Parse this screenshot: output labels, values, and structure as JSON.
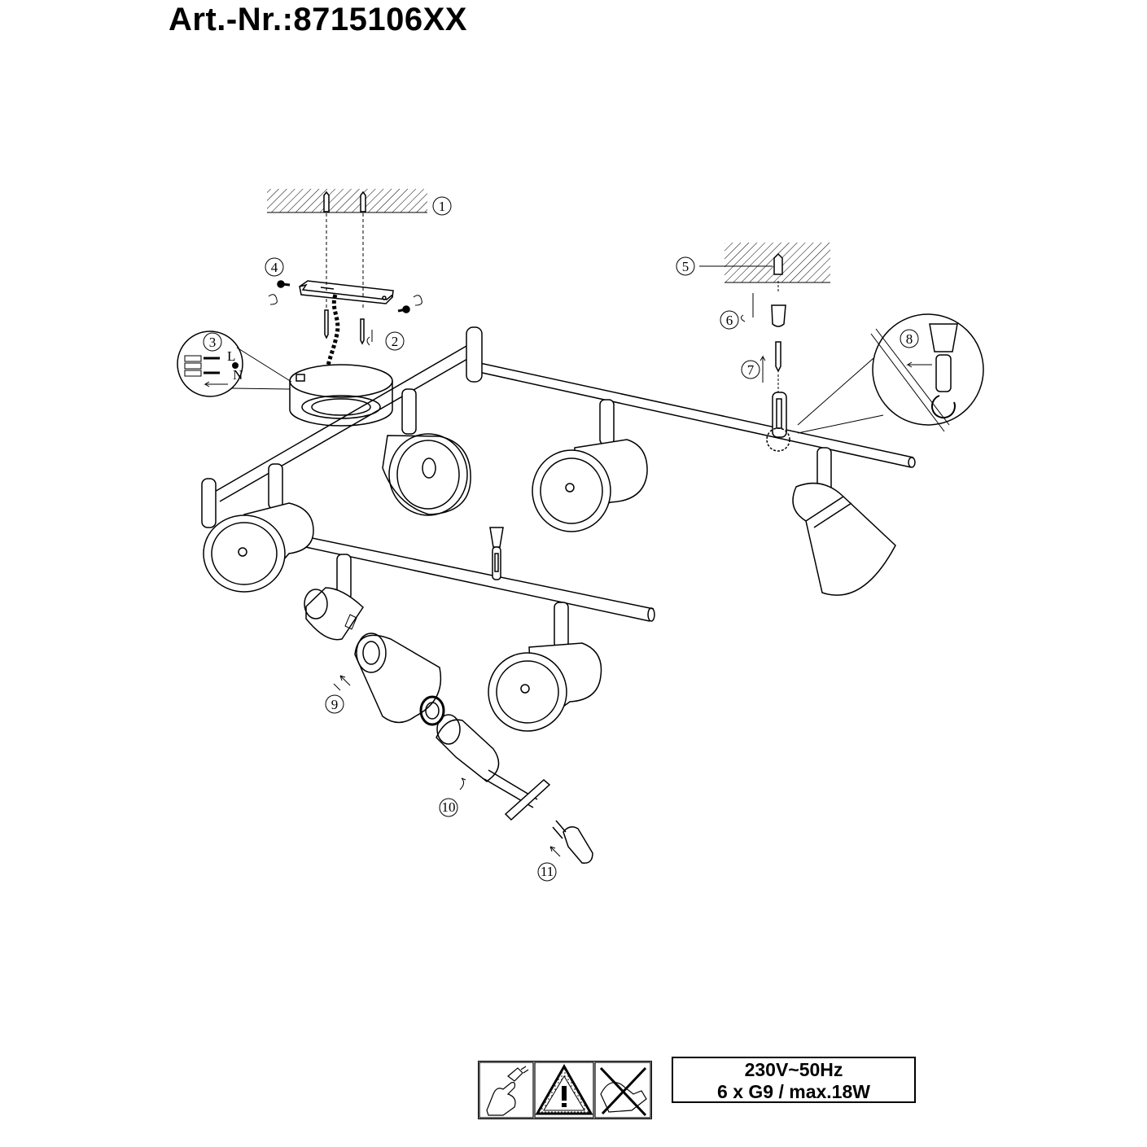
{
  "header": {
    "article_number": "Art.-Nr.:8715106XX"
  },
  "steps": [
    {
      "id": "1"
    },
    {
      "id": "2"
    },
    {
      "id": "3"
    },
    {
      "id": "4"
    },
    {
      "id": "5"
    },
    {
      "id": "6"
    },
    {
      "id": "7"
    },
    {
      "id": "8"
    },
    {
      "id": "9"
    },
    {
      "id": "10"
    },
    {
      "id": "11"
    }
  ],
  "wiring": {
    "live": "L",
    "neutral": "N"
  },
  "specs": {
    "voltage": "230V~50Hz",
    "bulbs": "6 x G9 / max.18W"
  },
  "icons": [
    "hand-plug-icon",
    "warning-triangle-icon",
    "no-wet-hands-icon"
  ]
}
